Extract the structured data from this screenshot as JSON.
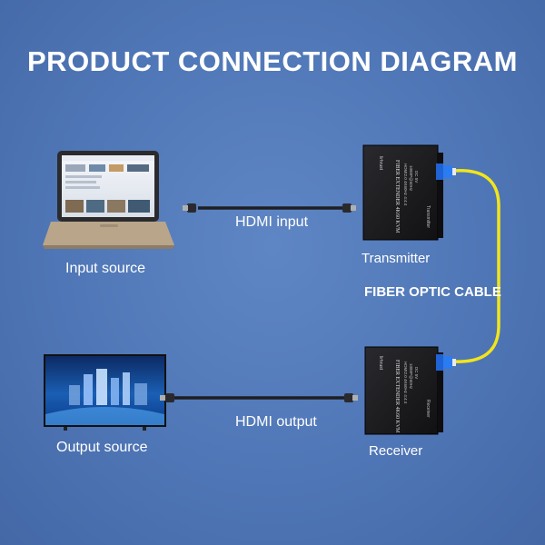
{
  "title": "PRODUCT CONNECTION DIAGRAM",
  "labels": {
    "input_source": "Input source",
    "output_source": "Output source",
    "hdmi_input": "HDMI input",
    "hdmi_output": "HDMI output",
    "transmitter": "Transmitter",
    "receiver": "Receiver",
    "fiber_optic_cable": "FIBER OPTIC CABLE"
  },
  "devices": {
    "transmitter": {
      "brand": "lirhrust",
      "model": "FIBER EXTENDER 4K60 KVM",
      "spec": "HDMI2.0 4K60Hz 4:4:4",
      "spec2": "1080P@60Hz",
      "power": "DC 5V",
      "side": "Transmitter"
    },
    "receiver": {
      "brand": "lirhrust",
      "model": "FIBER EXTENDER 4K60 KVM",
      "spec": "HDMI2.0 4K60Hz 4:4:4",
      "spec2": "1080P@60Hz",
      "power": "DC 5V",
      "side": "Receiver"
    }
  },
  "colors": {
    "background": "#5179b8",
    "fiber_cable": "#f2e51b",
    "connector": "#1f63d6",
    "device_body": "#1b1b1d"
  }
}
